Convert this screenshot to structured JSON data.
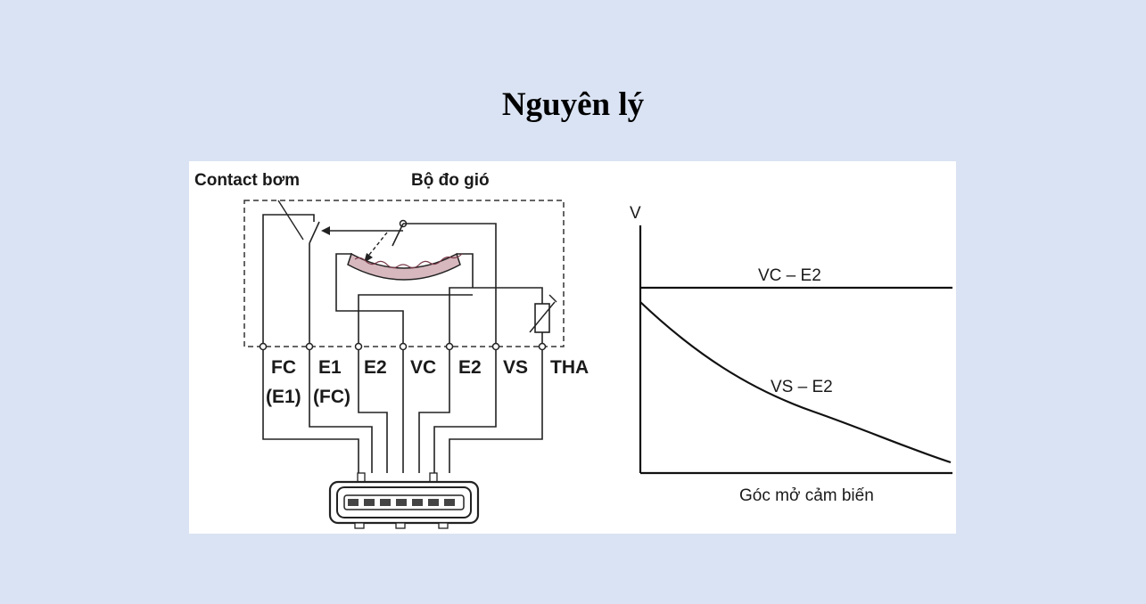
{
  "slide": {
    "title": "Nguyên lý"
  },
  "diagram": {
    "label_switch": "Contact bơm",
    "label_meter": "Bộ đo gió",
    "terminals": [
      "FC",
      "E1",
      "E2",
      "VC",
      "E2",
      "VS",
      "THA"
    ],
    "terminal_sub": [
      "(E1)",
      "(FC)"
    ]
  },
  "chart_data": {
    "type": "line",
    "ylabel": "V",
    "xlabel": "Góc mở cảm biến",
    "series": [
      {
        "name": "VC – E2",
        "shape": "constant"
      },
      {
        "name": "VS – E2",
        "shape": "decreasing"
      }
    ]
  }
}
